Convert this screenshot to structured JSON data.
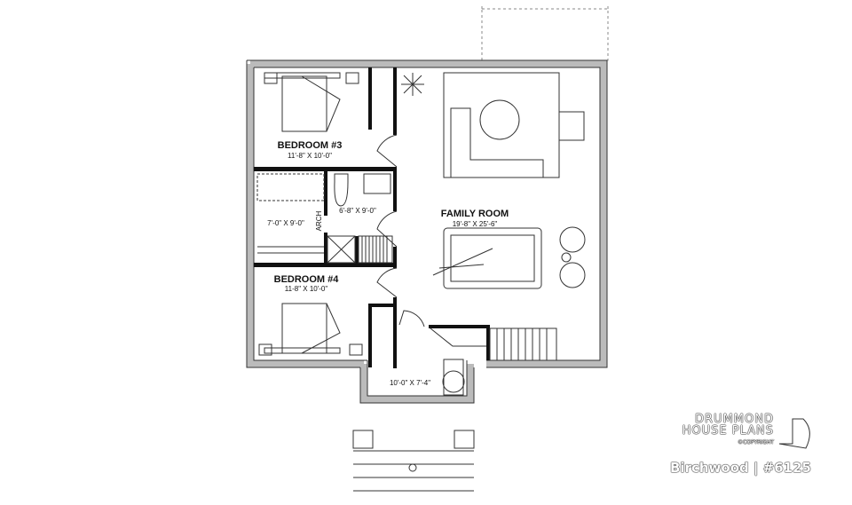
{
  "rooms": {
    "bedroom3": {
      "name": "BEDROOM #3",
      "size": "11'-8\" X 10'-0\""
    },
    "bedroom4": {
      "name": "BEDROOM #4",
      "size": "11-8\" X 10'-0\""
    },
    "family_room": {
      "name": "FAMILY ROOM",
      "size": "19'-8\" X 25'-6\""
    },
    "bathroom": {
      "size": "6'-8\" X 9'-0\""
    },
    "laundry": {
      "size": "7'-0\" X 9'-0\""
    },
    "entry": {
      "size": "10'-0\" X 7'-4\""
    },
    "arch": "ARCH"
  },
  "branding": {
    "line1": "DRUMMOND",
    "line2": "HOUSE PLANS",
    "copyright": "©COPYRIGHT",
    "model": "Birchwood | #6125"
  },
  "colors": {
    "wall": "#111111",
    "background": "#ffffff"
  }
}
